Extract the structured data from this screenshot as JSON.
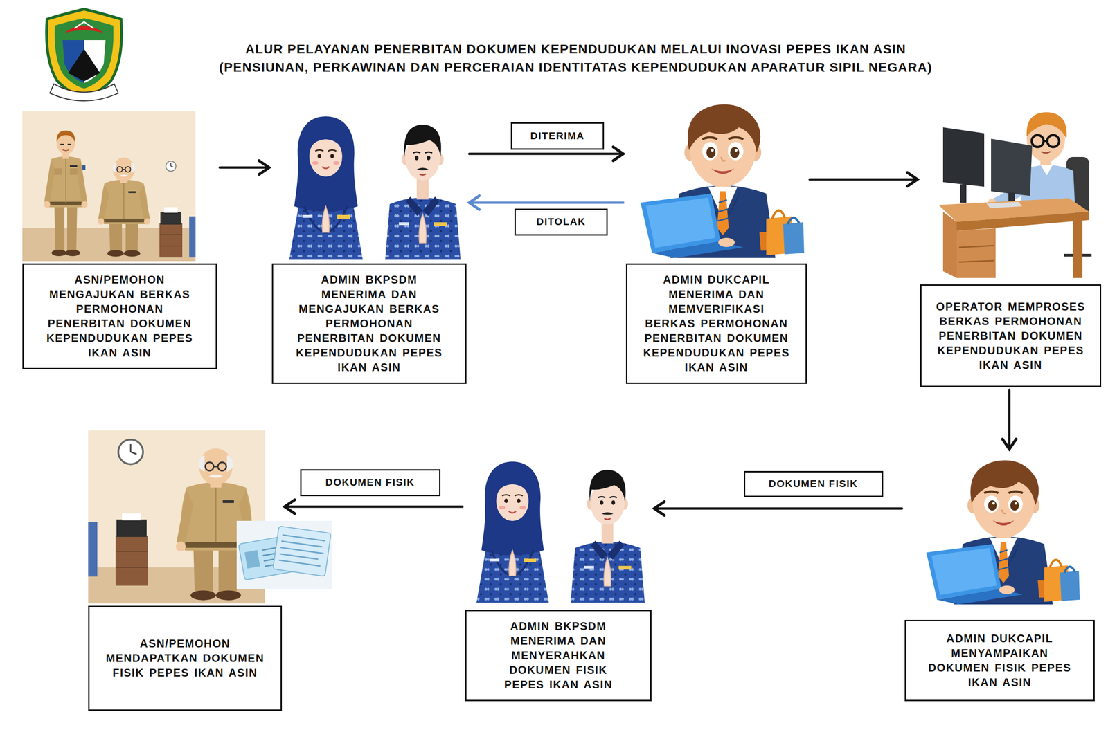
{
  "diagram": {
    "title": "ALUR PELAYANAN PENERBITAN DOKUMEN KEPENDUDUKAN MELALUI INOVASI PEPES IKAN ASIN (PENSIUNAN, PERKAWINAN DAN PERCERAIAN IDENTITATAS KEPENDUDUKAN APARATUR SIPIL NEGARA)",
    "nodes": [
      {
        "text": [
          "ASN/PEMOHON MENGAJUKAN BERKAS PERMOHONAN PENERBITAN DOKUMEN KEPENDUDUKAN PEPES IKAN ASIN"
        ]
      },
      {
        "text": [
          "ADMIN BKPSDM MENERIMA DAN MENGAJUKAN BERKAS PERMOHONAN PENERBITAN DOKUMEN KEPENDUDUKAN PEPES IKAN ASIN"
        ]
      },
      {
        "text": [
          "ADMIN DUKCAPIL MENERIMA DAN MEMVERIFIKASI BERKAS PERMOHONAN PENERBITAN DOKUMEN KEPENDUDUKAN PEPES IKAN ASIN"
        ]
      },
      {
        "text": [
          "OPERATOR MEMPROSES BERKAS PERMOHONAN PENERBITAN DOKUMEN KEPENDUDUKAN PEPES IKAN ASIN"
        ]
      },
      {
        "text": [
          "ASN/PEMOHON MENDAPATKAN DOKUMEN FISIK PEPES IKAN ASIN"
        ]
      },
      {
        "text": [
          "ADMIN BKPSDM MENERIMA DAN MENYERAHKAN DOKUMEN FISIK PEPES IKAN ASIN"
        ]
      },
      {
        "text": [
          "ADMIN DUKCAPIL MENYAMPAIKAN DOKUMEN FISIK PEPES IKAN ASIN"
        ]
      }
    ],
    "edges": [
      {
        "from": 0,
        "to": 1,
        "arrow": "to"
      },
      {
        "from": 1,
        "to": 2,
        "label": "DITERIMA",
        "arrow": "to"
      },
      {
        "from": 2,
        "to": 1,
        "label": "DITOLAK",
        "arrow": "to"
      },
      {
        "from": 2,
        "to": 3,
        "arrow": "to"
      },
      {
        "from": 3,
        "to": 6,
        "arrow": "to"
      },
      {
        "from": 6,
        "to": 5,
        "label": "DOKUMEN FISIK",
        "arrow": "to"
      },
      {
        "from": 5,
        "to": 4,
        "label": "DOKUMEN FISIK",
        "arrow": "to"
      }
    ]
  }
}
